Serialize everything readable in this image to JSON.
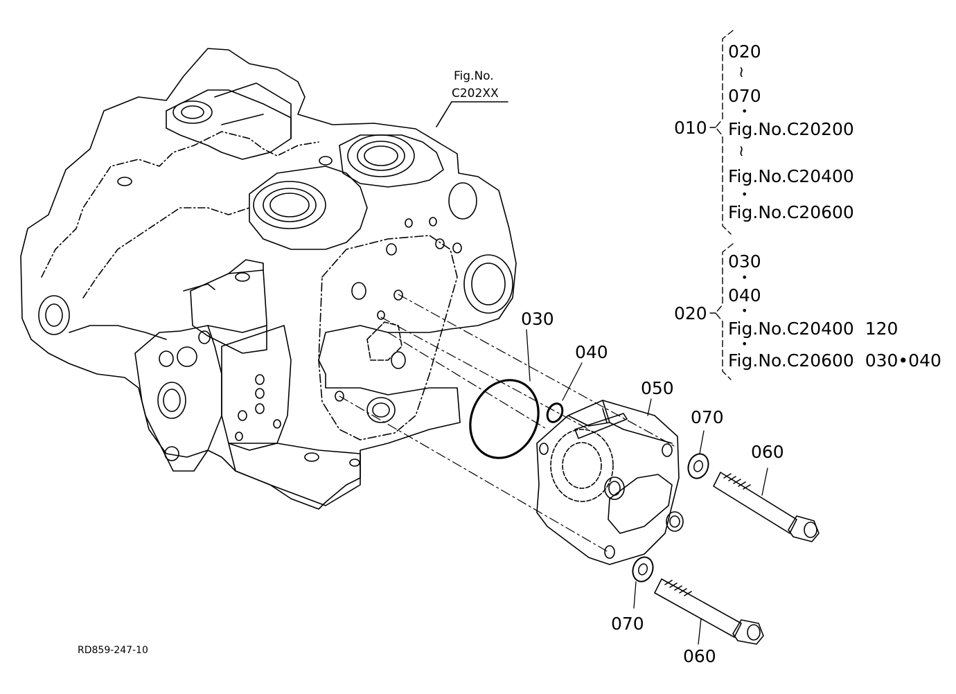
{
  "figure": {
    "drawing_code": "RD859-247-10",
    "reference": {
      "line1": "Fig.No.",
      "line2": "C202XX"
    }
  },
  "callouts": {
    "p030": "030",
    "p040": "040",
    "p050": "050",
    "p060_upper": "060",
    "p060_lower": "060",
    "p070_upper": "070",
    "p070_lower": "070"
  },
  "legend": {
    "group_010": {
      "code": "010",
      "items": [
        "020",
        "070",
        "Fig.No.C20200",
        "Fig.No.C20400",
        "Fig.No.C20600"
      ]
    },
    "group_020": {
      "code": "020",
      "items": [
        "030",
        "040",
        "Fig.No.C20400  120",
        "Fig.No.C20600  030•040"
      ]
    },
    "range_symbol": "≀",
    "dot_symbol": "•"
  }
}
